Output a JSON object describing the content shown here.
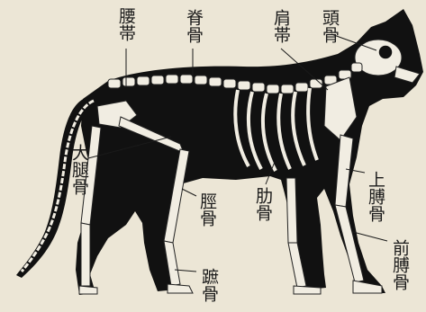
{
  "labels": {
    "lumbar_girdle": "腰帯",
    "spine": "脊骨",
    "shoulder_girdle": "肩帯",
    "skull": "頭骨",
    "femur": "大腿骨",
    "tibia": "脛骨",
    "rib": "肋骨",
    "humerus": "上膊骨",
    "radius": "前膊骨",
    "metatarsal": "蹠骨"
  },
  "colors": {
    "paper": "#ece6d6",
    "silhouette": "#111111",
    "bone": "#f1ede2",
    "bone_stroke": "#222222",
    "leader": "#1a1a1a"
  }
}
